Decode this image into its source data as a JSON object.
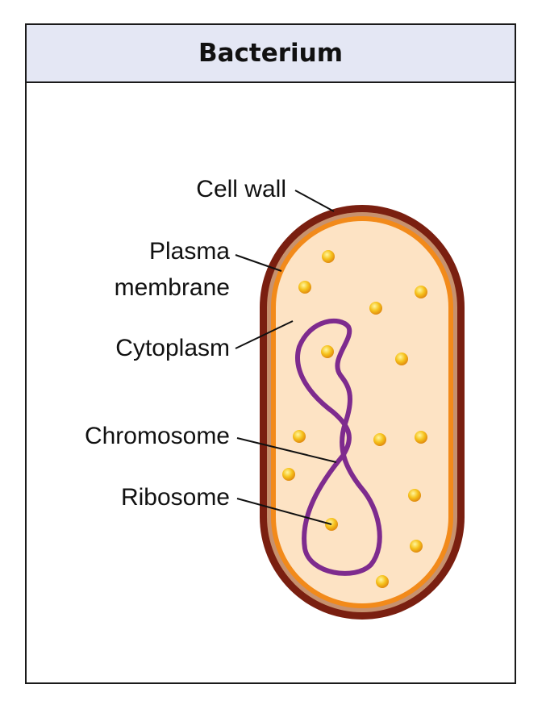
{
  "title": "Bacterium",
  "labels": {
    "cell_wall": "Cell wall",
    "plasma_line1": "Plasma",
    "plasma_line2": "membrane",
    "cytoplasm": "Cytoplasm",
    "chromosome": "Chromosome",
    "ribosome": "Ribosome"
  },
  "colors": {
    "cell_wall": "#7a1f10",
    "membrane": "#f28a1a",
    "cytoplasm": "#fde3c4",
    "chromosome": "#7e2b8e",
    "ribosome": "#f6b21b",
    "header_bg": "#e4e7f4"
  }
}
